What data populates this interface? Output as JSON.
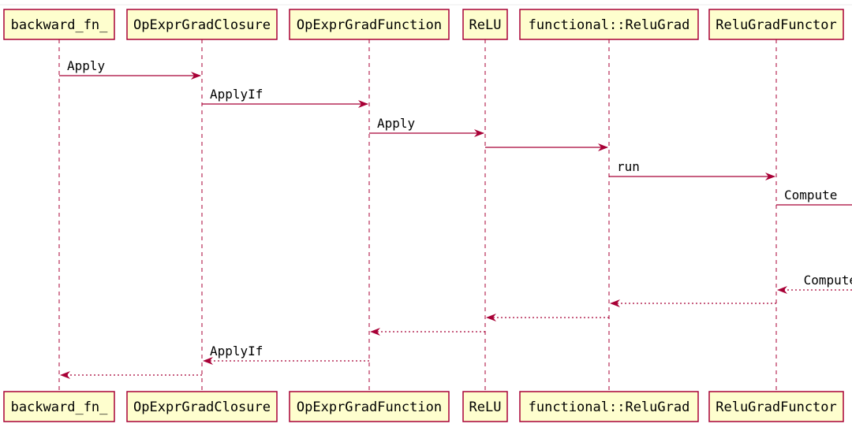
{
  "diagram": {
    "type": "sequence",
    "participants": [
      "backward_fn_",
      "OpExprGradClosure",
      "OpExprGradFunction",
      "ReLU",
      "functional::ReluGrad",
      "ReluGradFunctor"
    ],
    "messages": [
      {
        "from": 0,
        "to": 1,
        "label": "Apply",
        "style": "solid"
      },
      {
        "from": 1,
        "to": 2,
        "label": "ApplyIf",
        "style": "solid"
      },
      {
        "from": 2,
        "to": 3,
        "label": "Apply",
        "style": "solid"
      },
      {
        "from": 3,
        "to": 4,
        "label": "",
        "style": "solid"
      },
      {
        "from": 4,
        "to": 5,
        "label": "run",
        "style": "solid"
      },
      {
        "from": 5,
        "to": "offscreen",
        "label": "Compute",
        "style": "solid"
      },
      {
        "from": "offscreen",
        "to": 5,
        "label": "Compute",
        "style": "dashed"
      },
      {
        "from": 5,
        "to": 4,
        "label": "",
        "style": "dashed"
      },
      {
        "from": 4,
        "to": 3,
        "label": "",
        "style": "dashed"
      },
      {
        "from": 3,
        "to": 2,
        "label": "",
        "style": "dashed"
      },
      {
        "from": 2,
        "to": 1,
        "label": "ApplyIf",
        "style": "dashed"
      },
      {
        "from": 1,
        "to": 0,
        "label": "",
        "style": "dashed"
      }
    ],
    "colors": {
      "line": "#a80036",
      "box_fill": "#fefece",
      "text": "#000000"
    }
  }
}
